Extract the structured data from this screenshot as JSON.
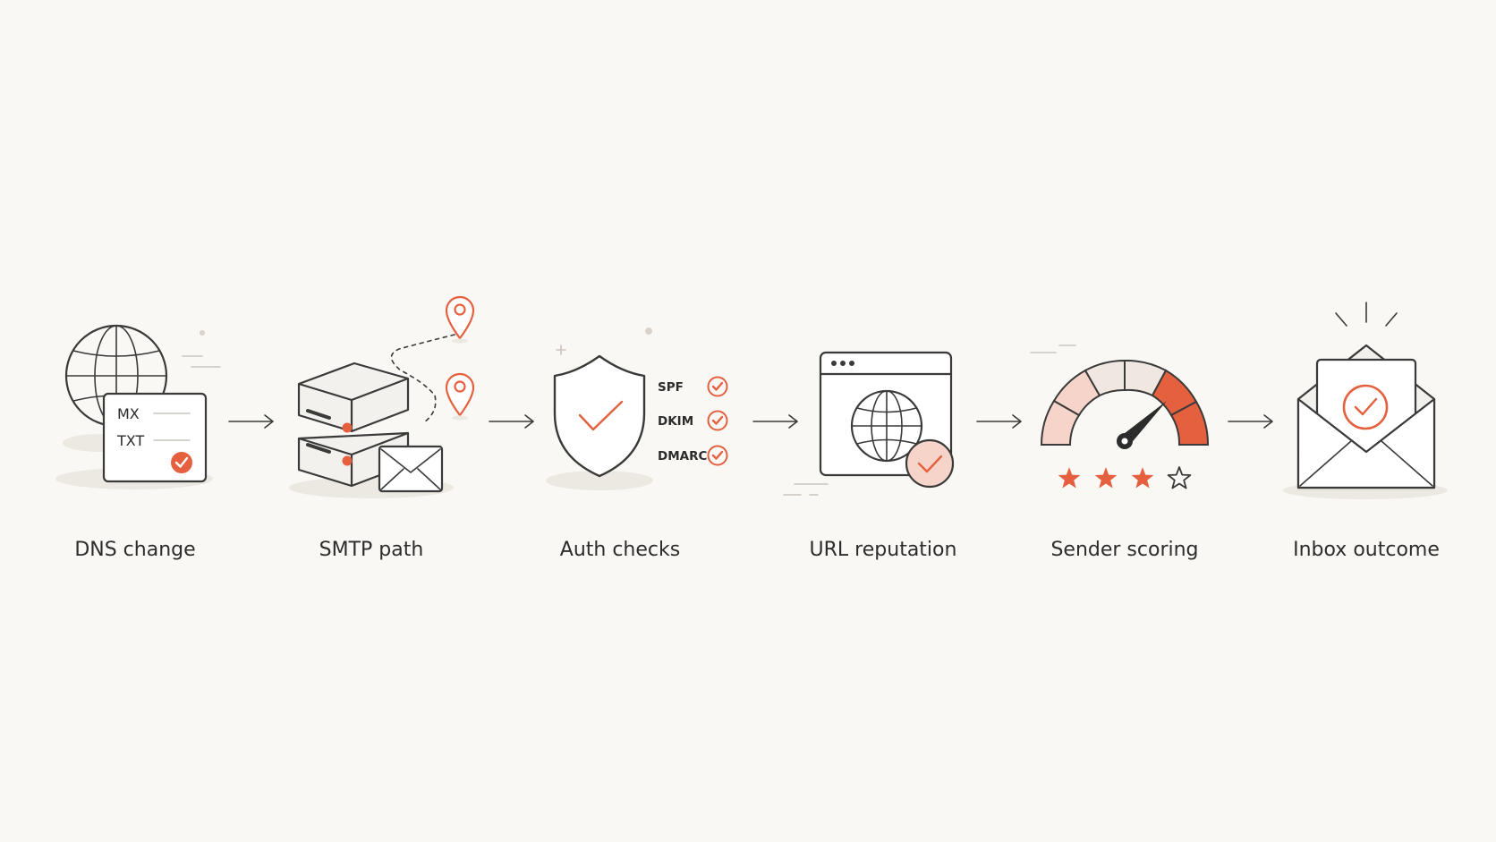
{
  "steps": [
    {
      "label": "DNS change",
      "icon": "globe-dns-record-icon",
      "records": [
        "MX",
        "TXT"
      ]
    },
    {
      "label": "SMTP path",
      "icon": "server-route-icon"
    },
    {
      "label": "Auth checks",
      "icon": "shield-check-icon",
      "checks": [
        "SPF",
        "DKIM",
        "DMARC"
      ]
    },
    {
      "label": "URL reputation",
      "icon": "browser-globe-icon"
    },
    {
      "label": "Sender scoring",
      "icon": "gauge-stars-icon",
      "rating": {
        "value": 3,
        "max": 4
      }
    },
    {
      "label": "Inbox outcome",
      "icon": "envelope-check-icon"
    }
  ],
  "colors": {
    "accent": "#e5603e",
    "line": "#3a3a3a",
    "background": "#faf8f5",
    "shadow": "#ece8e2"
  }
}
